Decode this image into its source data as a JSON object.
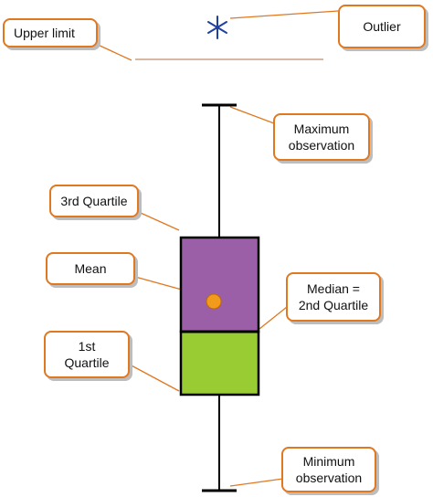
{
  "callouts": {
    "upper_limit": "Upper limit",
    "outlier": "Outlier",
    "maximum": "Maximum\nobservation",
    "third_quartile": "3rd Quartile",
    "mean": "Mean",
    "median": "Median =\n2nd Quartile",
    "first_quartile": "1st\nQuartile",
    "minimum": "Minimum\nobservation"
  },
  "colors": {
    "callout_border": "#e07820",
    "upper_box": "#9b5fa8",
    "lower_box": "#99cc33",
    "mean_marker": "#f29a1c",
    "outlier_marker": "#2040a0",
    "upper_limit_line": "#d7b8a3",
    "leader_line": "#e07820",
    "whisker": "#000000"
  },
  "icons": {
    "outlier": "asterisk-marker",
    "mean": "circle-marker"
  }
}
